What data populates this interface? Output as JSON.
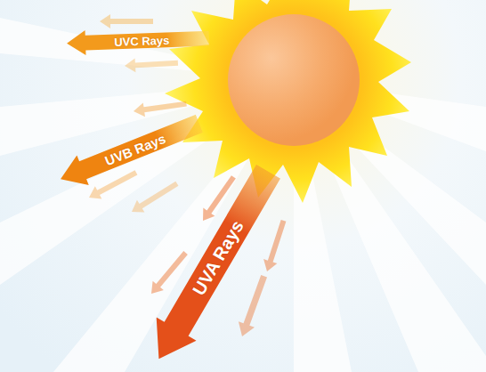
{
  "diagram": {
    "nodes": [
      {
        "text": [
          "UVC Rays"
        ]
      },
      {
        "text": [
          "UVB Rays"
        ]
      },
      {
        "text": [
          "UVA Rays"
        ]
      }
    ]
  }
}
